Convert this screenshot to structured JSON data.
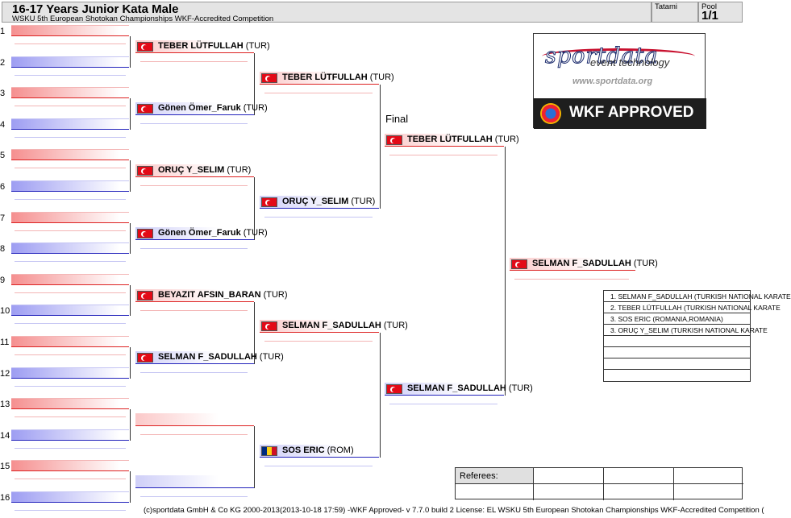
{
  "header": {
    "title": "16-17 Years Junior Kata Male",
    "subtitle": "WSKU 5th European Shotokan Championships WKF-Accredited Competition",
    "tatami_label": "Tatami",
    "tatami_value": "",
    "pool_label": "Pool",
    "pool_value": "1/1"
  },
  "seeds": [
    "1",
    "2",
    "3",
    "4",
    "5",
    "6",
    "7",
    "8",
    "9",
    "10",
    "11",
    "12",
    "13",
    "14",
    "15",
    "16"
  ],
  "round1": [
    {
      "name": "TEBER LÜTFULLAH",
      "country": "(TUR)",
      "flag": "TUR"
    },
    {
      "name": "Gönen Ömer_Faruk",
      "country": "(TUR)",
      "flag": "TUR"
    },
    {
      "name": "ORUÇ Y_SELIM",
      "country": "(TUR)",
      "flag": "TUR"
    },
    {
      "name": "Gönen Ömer_Faruk",
      "country": "(TUR)",
      "flag": "TUR"
    },
    {
      "name": "BEYAZIT AFSIN_BARAN",
      "country": "(TUR)",
      "flag": "TUR"
    },
    {
      "name": "SELMAN F_SADULLAH",
      "country": "(TUR)",
      "flag": "TUR"
    },
    {
      "name": "",
      "country": "",
      "flag": ""
    },
    {
      "name": "",
      "country": "",
      "flag": ""
    }
  ],
  "round2": [
    {
      "name": "TEBER LÜTFULLAH",
      "country": "(TUR)",
      "flag": "TUR"
    },
    {
      "name": "ORUÇ Y_SELIM",
      "country": "(TUR)",
      "flag": "TUR"
    },
    {
      "name": "SELMAN F_SADULLAH",
      "country": "(TUR)",
      "flag": "TUR"
    },
    {
      "name": "SOS ERIC",
      "country": "(ROM)",
      "flag": "ROM"
    }
  ],
  "final_label": "Final",
  "round3": [
    {
      "name": "TEBER LÜTFULLAH",
      "country": "(TUR)",
      "flag": "TUR"
    },
    {
      "name": "SELMAN F_SADULLAH",
      "country": "(TUR)",
      "flag": "TUR"
    }
  ],
  "winner": {
    "name": "SELMAN F_SADULLAH",
    "country": "(TUR)",
    "flag": "TUR"
  },
  "logo": {
    "brand": "sportdata",
    "tagline": "event technology",
    "url": "www.sportdata.org",
    "approved": "WKF APPROVED"
  },
  "results": [
    "1. SELMAN F_SADULLAH (TURKISH NATIONAL KARATE",
    "2. TEBER LÜTFULLAH (TURKISH NATIONAL KARATE",
    "3. SOS ERIC (ROMANIA,ROMANIA)",
    "3. ORUÇ Y_SELIM (TURKISH NATIONAL KARATE",
    "",
    "",
    "",
    ""
  ],
  "referees_label": "Referees:",
  "footer": "(c)sportdata GmbH & Co KG 2000-2013(2013-10-18 17:59) -WKF Approved- v 7.7.0 build 2 License: EL WSKU 5th European Shotokan Championships WKF-Accredited Competition (",
  "colors": {
    "red_corner": "#d22222",
    "blue_corner": "#2222bb",
    "header_bg": "#e4e4e4"
  }
}
